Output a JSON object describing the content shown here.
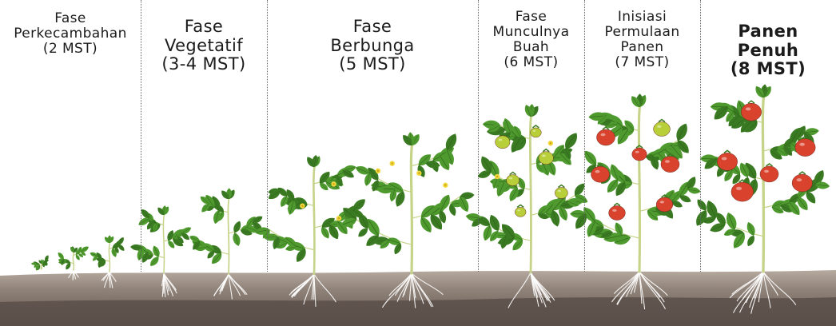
{
  "stages": [
    {
      "lines": [
        "Fase",
        "Perkecambahan",
        "(2 MST)"
      ]
    },
    {
      "lines": [
        "Fase",
        "Vegetatif",
        "(3-4 MST)"
      ]
    },
    {
      "lines": [
        "Fase",
        "Berbunga",
        "(5 MST)"
      ]
    },
    {
      "lines": [
        "Fase",
        "Munculnya",
        "Buah",
        "(6 MST)"
      ]
    },
    {
      "lines": [
        "Inisiasi",
        "Permulaan",
        "Panen",
        "(7 MST)"
      ]
    },
    {
      "lines": [
        "Panen",
        "Penuh",
        "(8 MST)"
      ]
    }
  ],
  "colors": {
    "leaf": "#4f9a2f",
    "leaf_dark": "#3a7a22",
    "stem": "#c6d48a",
    "soil_top": "#b7aa9f",
    "soil_mid": "#8f8279",
    "soil_deep": "#5e534c",
    "root": "#ffffff",
    "fruit_green": "#b9cf3a",
    "fruit_red": "#d9432e",
    "flower": "#f2d73c"
  },
  "icons": [
    "tomato-seedling-icon",
    "tomato-plant-icon",
    "tomato-fruit-icon",
    "yellow-flower-icon"
  ]
}
